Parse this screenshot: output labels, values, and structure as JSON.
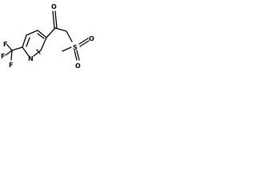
{
  "structure": {
    "atoms": {
      "fluorine_1": "F",
      "fluorine_2": "F",
      "fluorine_3": "F",
      "ring_nitrogen": "N",
      "carbonyl_oxygen": "O",
      "sulfur": "S",
      "sulfonyl_oxygen_1": "O",
      "sulfonyl_oxygen_2": "O"
    }
  }
}
